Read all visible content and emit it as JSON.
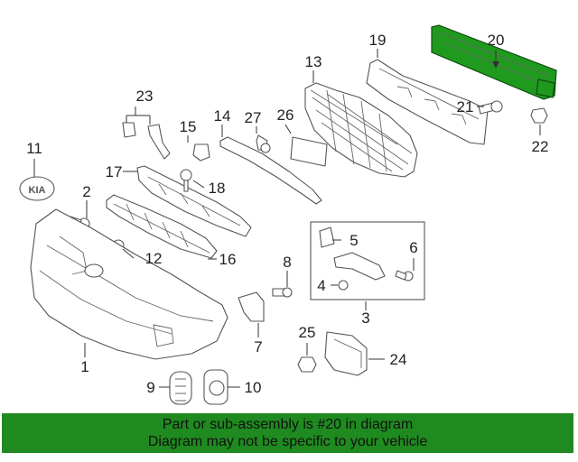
{
  "callouts": {
    "c1": "1",
    "c2": "2",
    "c3": "3",
    "c4": "4",
    "c5": "5",
    "c6": "6",
    "c7": "7",
    "c8": "8",
    "c9": "9",
    "c10": "10",
    "c11": "11",
    "c12": "12",
    "c13": "13",
    "c14": "14",
    "c15": "15",
    "c16": "16",
    "c17": "17",
    "c18": "18",
    "c19": "19",
    "c20": "20",
    "c21": "21",
    "c22": "22",
    "c23": "23",
    "c24": "24",
    "c25": "25",
    "c26": "26",
    "c27": "27"
  },
  "banner": {
    "line1": "Part or sub-assembly is #20 in diagram",
    "line2": "Diagram may not be specific to your vehicle"
  },
  "colors": {
    "highlight": "#1f9a1f",
    "banner_background": "#1f8a1f"
  }
}
